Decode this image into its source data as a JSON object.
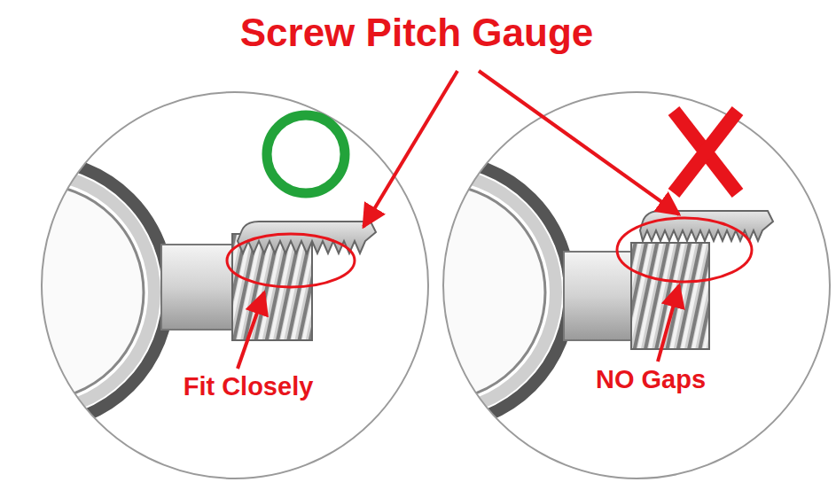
{
  "diagram": {
    "title": "Screw Pitch Gauge",
    "labels": [
      "Fit Closely",
      "NO Gaps"
    ]
  }
}
